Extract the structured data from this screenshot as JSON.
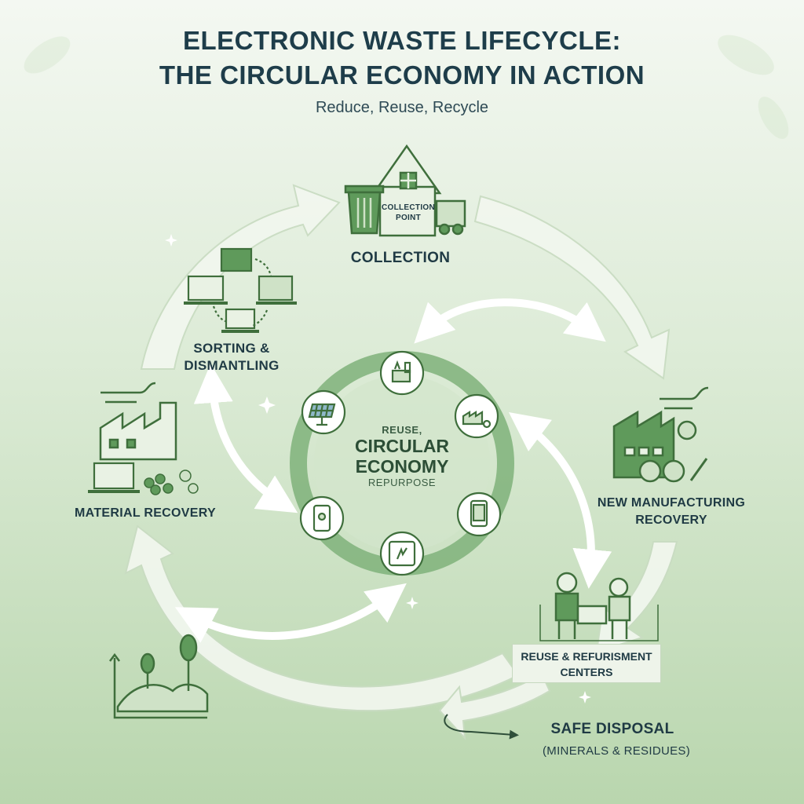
{
  "title": {
    "line1": "ELECTRONIC WASTE LIFECYCLE:",
    "line2": "THE CIRCULAR ECONOMY IN ACTION",
    "subtitle": "Reduce, Reuse, Recycle"
  },
  "stages": {
    "collection": "COLLECTION",
    "collection_point": [
      "COLLECTION",
      "POINT"
    ],
    "sorting": [
      "SORTING &",
      "DISMANTLING"
    ],
    "material_recovery": "MATERIAL RECOVERY",
    "new_manufacturing": [
      "NEW MANUFACTURING",
      "RECOVERY"
    ],
    "reuse_centers": [
      "REUSE & REFURISMENT",
      "CENTERS"
    ],
    "safe_disposal": "SAFE DISPOSAL",
    "safe_disposal_sub": "(MINERALS & RESIDUES)"
  },
  "center": {
    "top": "REUSE,",
    "main1": "CIRCULAR",
    "main2": "ECONOMY",
    "bottom": "REPURPOSE"
  },
  "colors": {
    "primary_green": "#4f8a4e",
    "dark_green": "#3f6f3c",
    "ring_green": "#7fb27a",
    "arrow_fill": "#eef5ea",
    "text_dark": "#1f3a44"
  },
  "icons": [
    "house-icon",
    "trash-bin-icon",
    "truck-icon",
    "laptop-cycle-icon",
    "factory-icon",
    "gears-icon",
    "workers-icon",
    "landscape-icon",
    "solar-panel-icon",
    "smartphone-icon",
    "tablet-icon"
  ]
}
